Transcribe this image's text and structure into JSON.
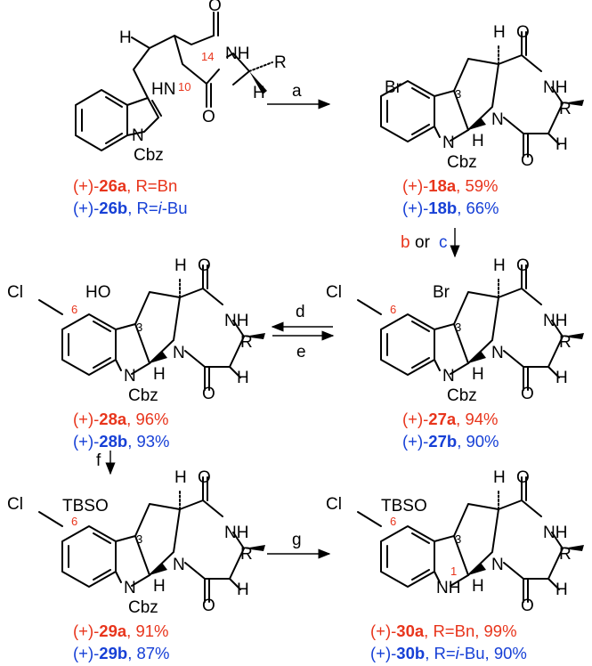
{
  "reagents": {
    "a": "a",
    "b": "b",
    "or": "or",
    "c": "c",
    "d": "d",
    "e": "e",
    "f": "f",
    "g": "g"
  },
  "atoms": {
    "O": "O",
    "NH": "NH",
    "HN": "HN",
    "N": "N",
    "H": "H",
    "R": "R",
    "Br": "Br",
    "Cl": "Cl",
    "HO": "HO",
    "TBSO": "TBSO",
    "Cbz": "Cbz"
  },
  "positions": {
    "p3": "3",
    "p6": "6",
    "p10": "10",
    "p14": "14",
    "p1": "1"
  },
  "captions": {
    "c26a": {
      "pre": "(+)-",
      "num": "26a",
      "post": ", R=Bn"
    },
    "c26b": {
      "pre": "(+)-",
      "num": "26b",
      "post": ", R=",
      "ital": "i",
      "post2": "-Bu"
    },
    "c18a": {
      "pre": "(+)-",
      "num": "18a",
      "post": ", 59%"
    },
    "c18b": {
      "pre": "(+)-",
      "num": "18b",
      "post": ", 66%"
    },
    "c28a": {
      "pre": "(+)-",
      "num": "28a",
      "post": ", 96%"
    },
    "c28b": {
      "pre": "(+)-",
      "num": "28b",
      "post": ", 93%"
    },
    "c27a": {
      "pre": "(+)-",
      "num": "27a",
      "post": ", 94%"
    },
    "c27b": {
      "pre": "(+)-",
      "num": "27b",
      "post": ", 90%"
    },
    "c29a": {
      "pre": "(+)-",
      "num": "29a",
      "post": ", 91%"
    },
    "c29b": {
      "pre": "(+)-",
      "num": "29b",
      "post": ", 87%"
    },
    "c30a": {
      "pre": "(+)-",
      "num": "30a",
      "post": ", R=Bn, 99%"
    },
    "c30b": {
      "pre": "(+)-",
      "num": "30b",
      "post": ", R=",
      "ital": "i",
      "post2": "-Bu, 90%"
    }
  },
  "colors": {
    "series_a": "#e8351c",
    "series_b": "#1740d6",
    "position_label": "#e8351c"
  }
}
